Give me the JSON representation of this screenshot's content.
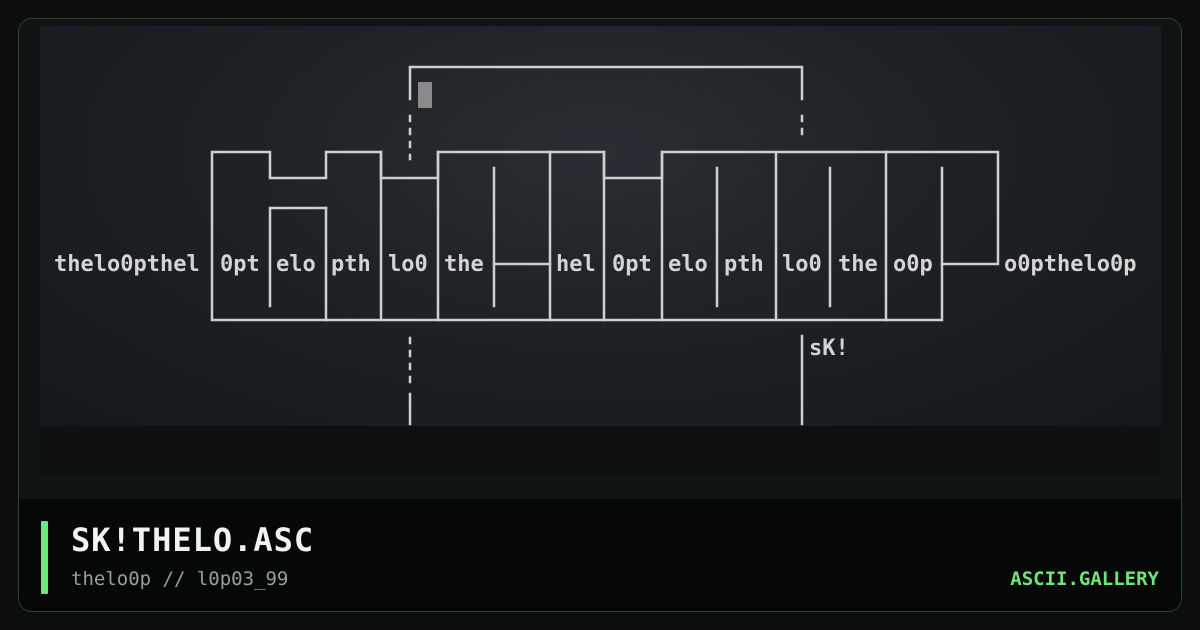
{
  "art": {
    "row_main": [
      "thelo0pthel",
      "0pt",
      "elo",
      "pth",
      "lo0",
      "the",
      "hel",
      "0pt",
      "elo",
      "pth",
      "lo0",
      "the",
      "o0p",
      "o0pthelo0p"
    ],
    "tag": "sK!"
  },
  "footer": {
    "title": "SK!THELO.ASC",
    "subtitle": "thelo0p // l0p03_99",
    "brand": "ASCII.GALLERY"
  },
  "colors": {
    "accent": "#6ce67a",
    "card_border": "#244628",
    "art_ink": "#d4d4d4",
    "footer_bg": "#060707"
  }
}
